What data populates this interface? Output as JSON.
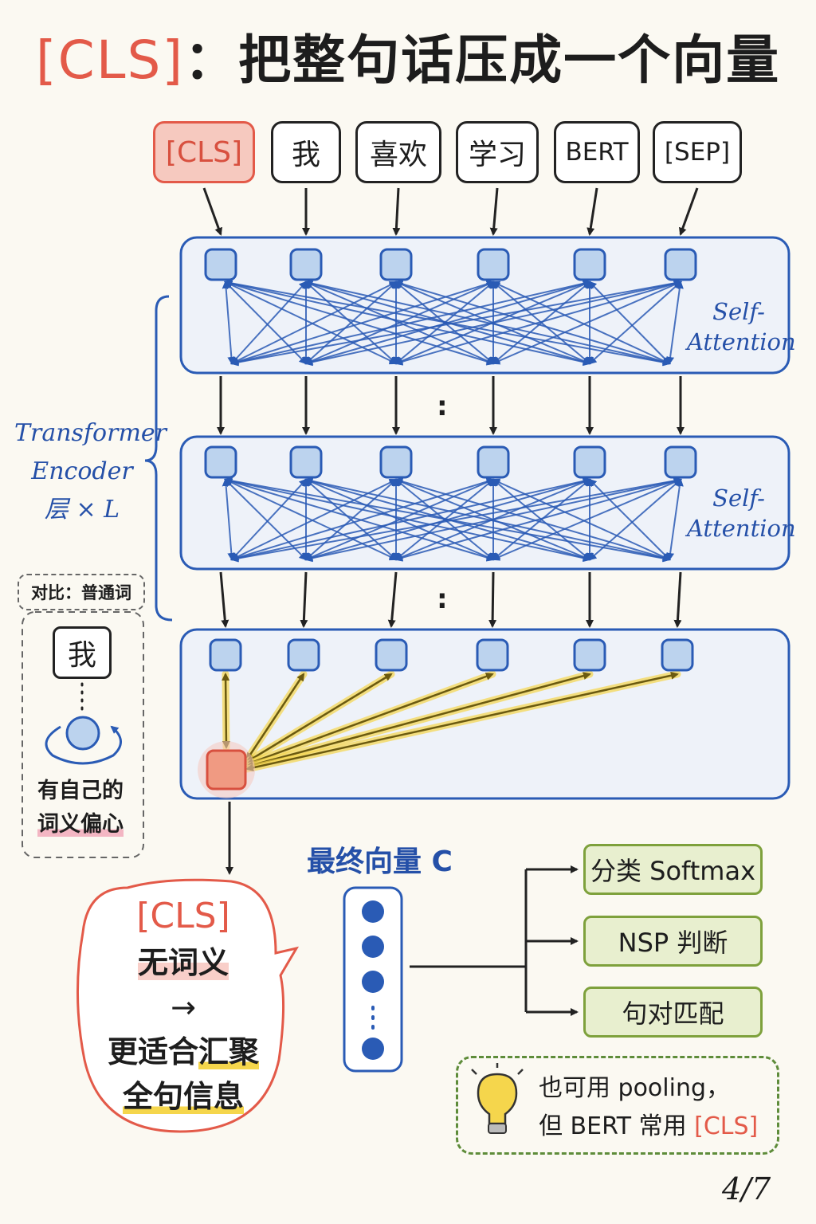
{
  "title": {
    "highlight": "[CLS]",
    "rest": "：把整句话压成一个向量"
  },
  "tokens": [
    "[CLS]",
    "我",
    "喜欢",
    "学习",
    "BERT",
    "[SEP]"
  ],
  "self_attention_label": "Self-\nAttention",
  "encoder_label": "Transformer\nEncoder\n层 × L",
  "ellipsis": ":",
  "comparison": {
    "tag": "对比：普通词",
    "word": "我",
    "bias_line1": "有自己的",
    "bias_line2": "词义偏心"
  },
  "bubble": {
    "title": "[CLS]",
    "line1": "无词义",
    "arrow": "→",
    "line2_prefix": "更适合",
    "line2_hl": "汇聚",
    "line3": "全句信息"
  },
  "vector_label": "最终向量 C",
  "outputs": [
    "分类 Softmax",
    "NSP 判断",
    "句对匹配"
  ],
  "tip": {
    "line1": "也可用 pooling，",
    "line2_prefix": "但 BERT 常用 ",
    "line2_cls": "[CLS]"
  },
  "page_number": "4/7",
  "colors": {
    "cls_red": "#e35a49",
    "blue": "#2550a8",
    "node_fill": "#bcd3ee",
    "attention_yellow": "#f5d64c",
    "output_green": "#7ea13c"
  }
}
